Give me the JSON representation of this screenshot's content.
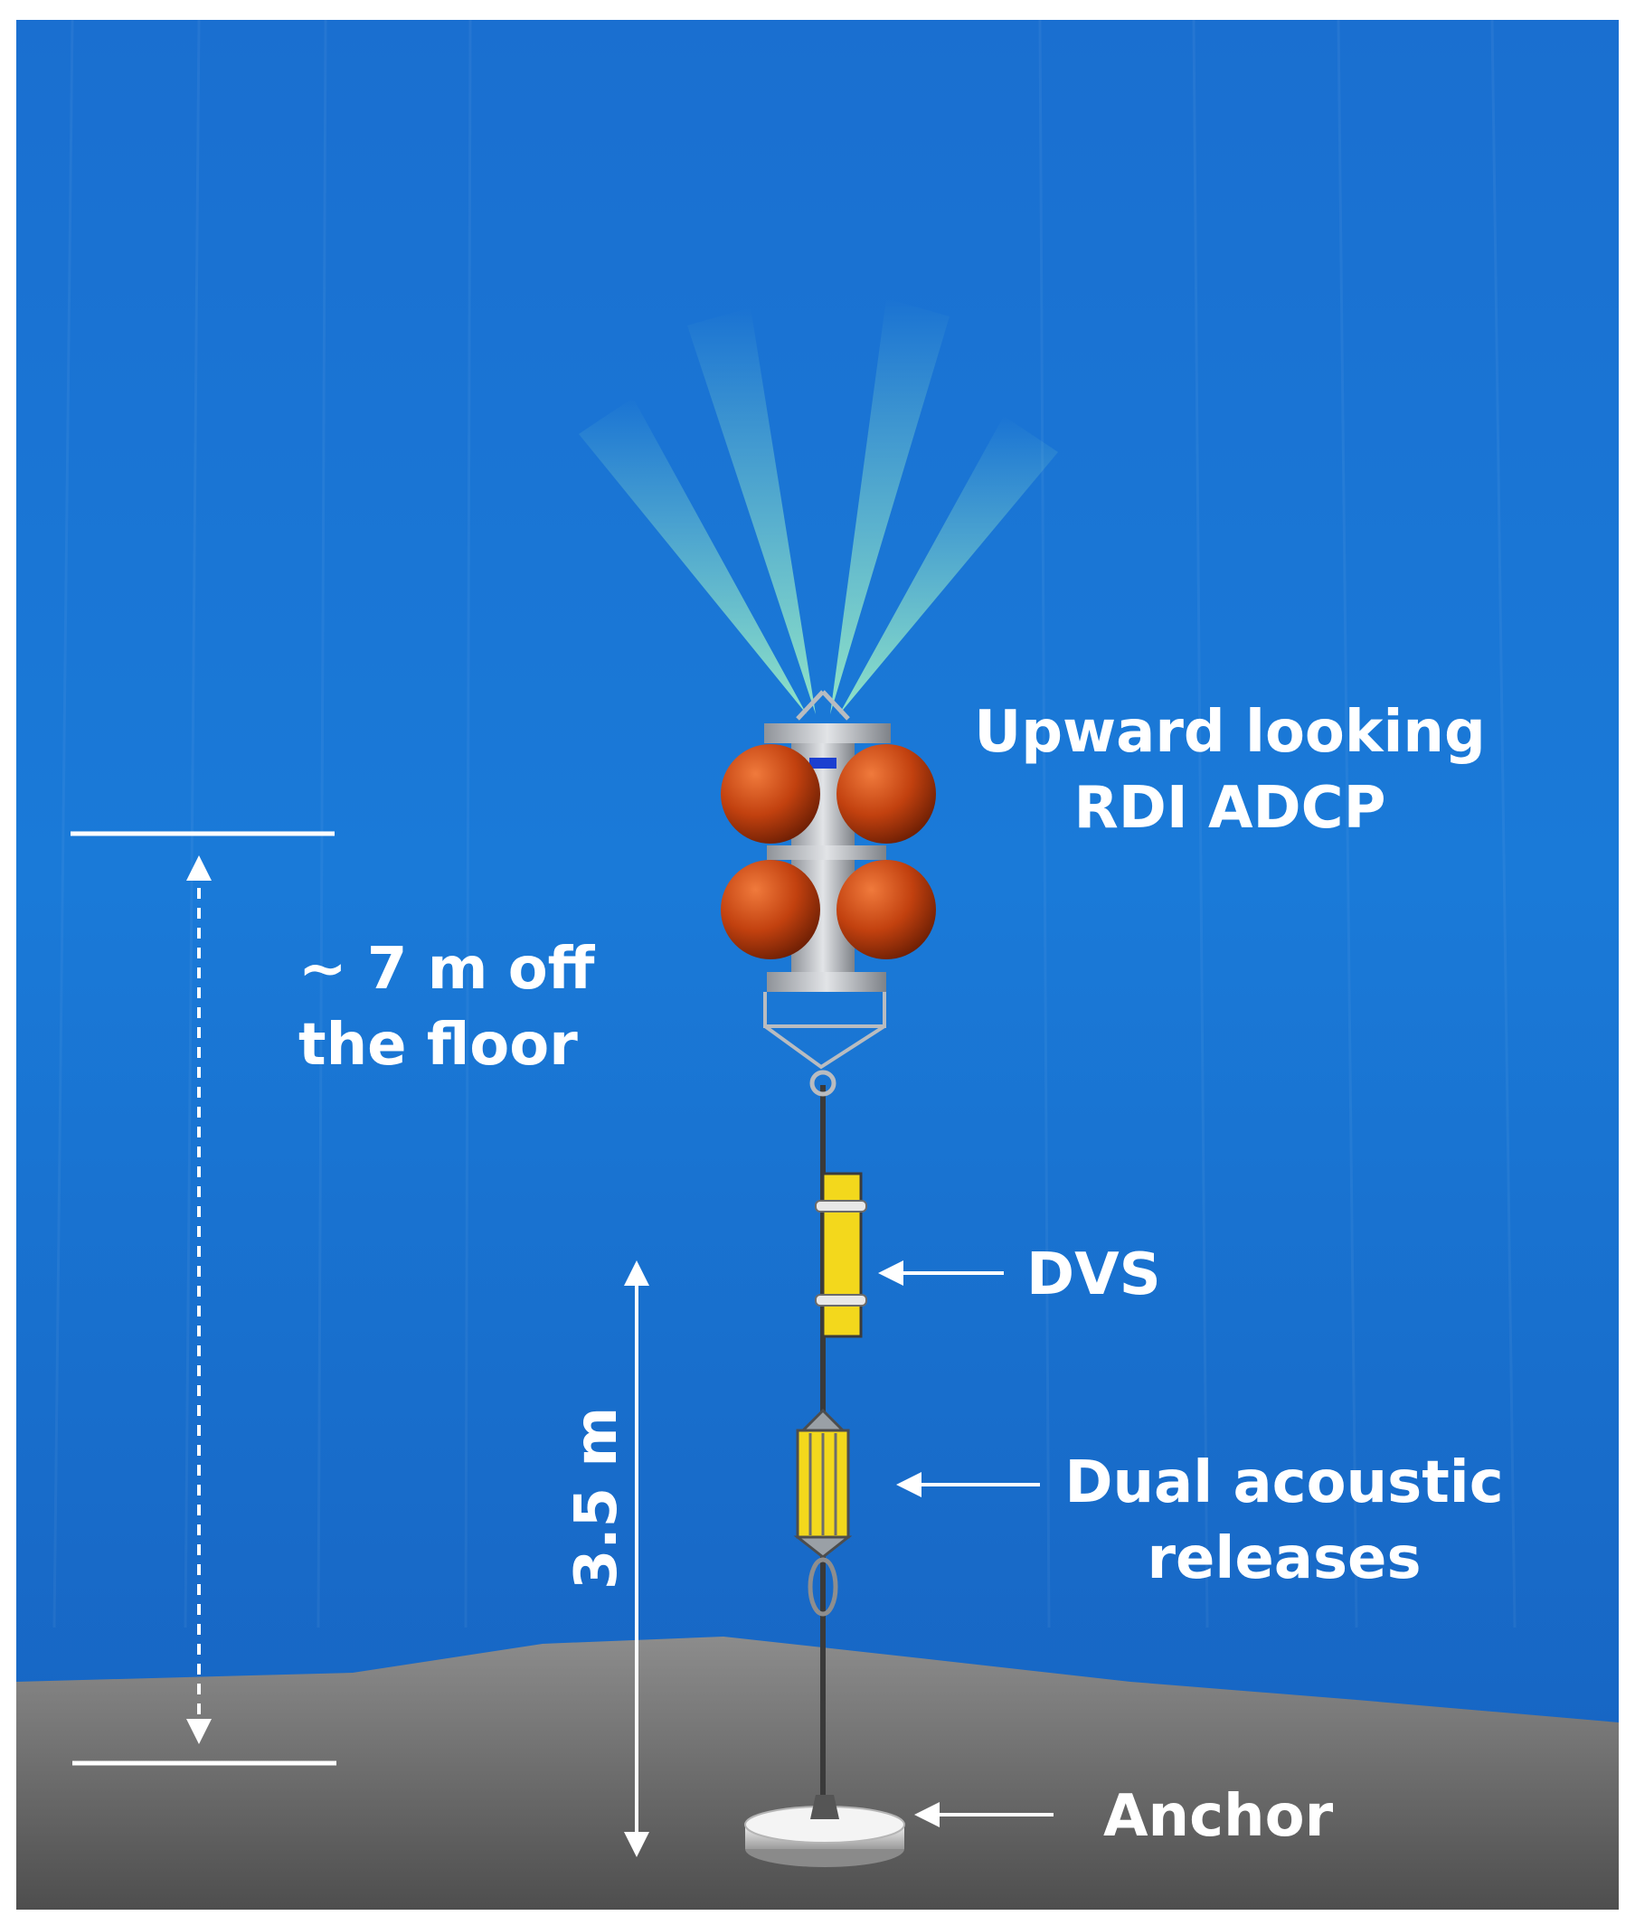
{
  "labels": {
    "adcp": [
      "Upward looking",
      "RDI ADCP"
    ],
    "height_off_floor": [
      "~ 7 m off",
      "the floor"
    ],
    "dvs": "DVS",
    "releases": [
      "Dual acoustic",
      "releases"
    ],
    "release_distance": "3.5 m",
    "anchor": "Anchor"
  },
  "colors": {
    "water": "#1a74d4",
    "seafloor": "#7a7a7a",
    "float": "#c2410f",
    "instrument_yellow": "#f3d81c",
    "beam": "#8fe0b8",
    "text": "#ffffff"
  }
}
